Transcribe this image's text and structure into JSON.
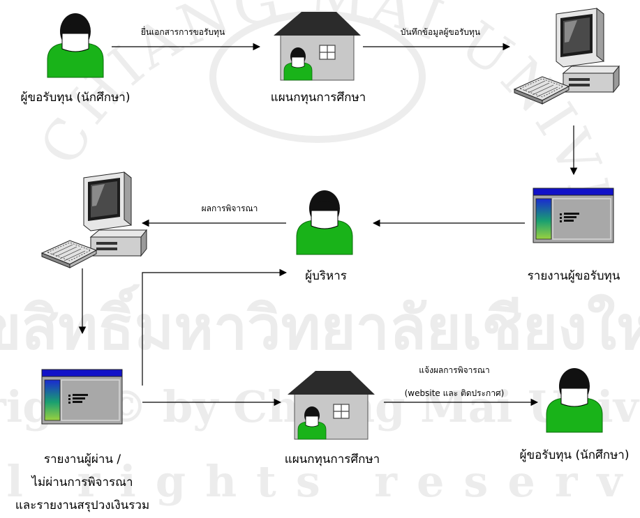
{
  "watermark": {
    "arc_text": "CHIANG MAI UNIVERSITY",
    "line1": "ลิขสิทธิ์มหาวิทยาลัยเชียงใหม่",
    "line2": "Copyright© by Chiang Mai University",
    "line3": "All rights reserved"
  },
  "nodes": {
    "applicant_top": "ผู้ขอรับทุน (นักศึกษา)",
    "office_top": "แผนกทุนการศึกษา",
    "report_applicants": "รายงานผู้ขอรับทุน",
    "admin": "ผู้บริหาร",
    "report_result_l1": "รายงานผู้ผ่าน /",
    "report_result_l2": "ไม่ผ่านการพิจารณา",
    "report_result_l3": "และรายงานสรุปวงเงินรวม",
    "office_bottom": "แผนกทุนการศึกษา",
    "applicant_bottom": "ผู้ขอรับทุน (นักศึกษา)"
  },
  "edges": {
    "submit_docs": "ยื่นเอกสารการขอรับทุน",
    "record_data": "บันทึกข้อมูลผู้ขอรับทุน",
    "result": "ผลการพิจารณา",
    "announce_l1": "แจ้งผลการพิจารณา",
    "announce_l2": "(website และ ติดประกาศ)"
  },
  "colors": {
    "person_body": "#19b319",
    "person_head": "#111111",
    "face": "#ffffff",
    "house_wall": "#c8c8c8",
    "house_roof": "#2b2b2b",
    "report_titlebar": "#1212c8",
    "report_body": "#a8a8a8"
  },
  "icons": {
    "person": "person-icon",
    "house": "office-building-icon",
    "computer": "computer-icon",
    "report": "report-window-icon"
  }
}
